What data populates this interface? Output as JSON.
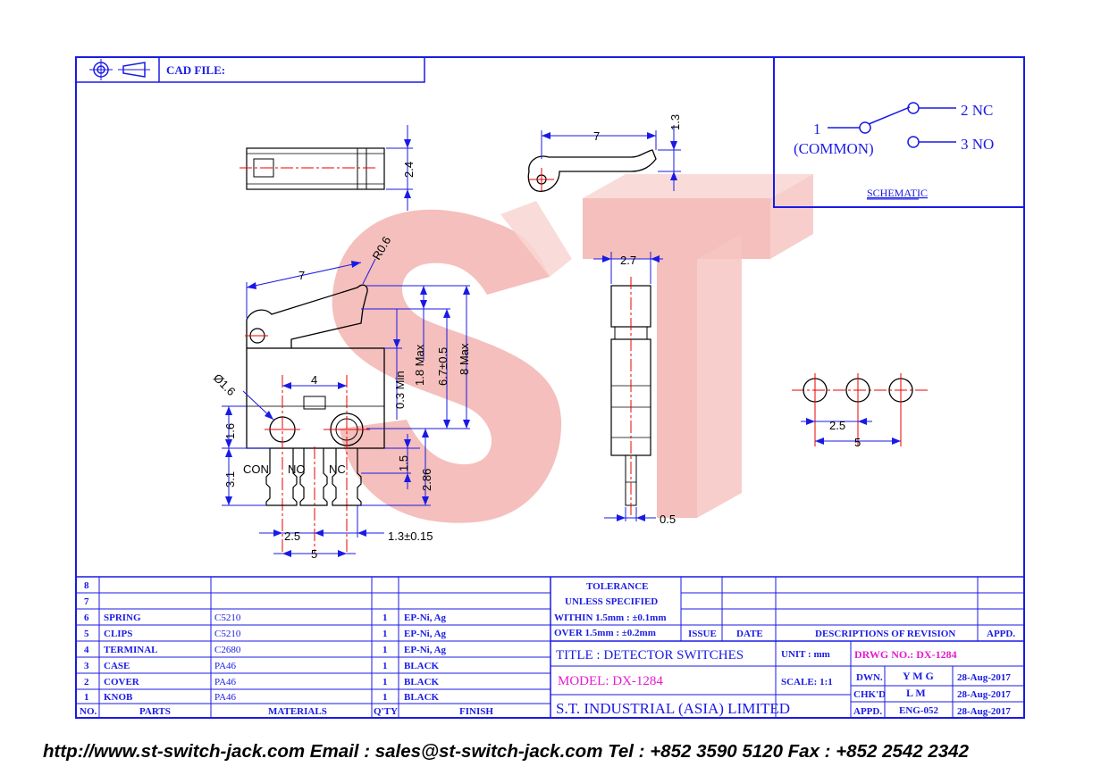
{
  "header": {
    "cad_file_label": "CAD FILE:"
  },
  "schematic": {
    "title": "SCHEMATIC",
    "pin1": "1",
    "pin1_name": "(COMMON)",
    "pin2": "2  NC",
    "pin3": "3  NO"
  },
  "dimensions": {
    "top_view_height": "2.4",
    "side_lever_length": "7",
    "side_lever_height": "1.3",
    "front_lever_length": "7",
    "front_radius": "R0.6",
    "front_hole_dia": "Ø1.6",
    "front_pitch": "4",
    "front_min": "0.3 Min",
    "front_max18": "1.8 Max",
    "front_67": "6.7±0.5",
    "front_8max": "8 Max",
    "front_16": "1.6",
    "front_31": "3.1",
    "front_15": "1.5",
    "front_286": "2.86",
    "front_25": "2.5",
    "front_5": "5",
    "front_13": "1.3±0.15",
    "label_con": "CON",
    "label_no": "NO",
    "label_nc": "NC",
    "end_width": "2.7",
    "end_pin": "0.5",
    "pcb_25": "2.5",
    "pcb_5": "5"
  },
  "bom": {
    "rows": [
      {
        "no": "8",
        "part": "",
        "material": "",
        "qty": "",
        "finish": ""
      },
      {
        "no": "7",
        "part": "",
        "material": "",
        "qty": "",
        "finish": ""
      },
      {
        "no": "6",
        "part": "SPRING",
        "material": "C5210",
        "qty": "1",
        "finish": "EP-Ni, Ag"
      },
      {
        "no": "5",
        "part": "CLIPS",
        "material": "C5210",
        "qty": "1",
        "finish": "EP-Ni, Ag"
      },
      {
        "no": "4",
        "part": "TERMINAL",
        "material": "C2680",
        "qty": "1",
        "finish": "EP-Ni, Ag"
      },
      {
        "no": "3",
        "part": "CASE",
        "material": "PA46",
        "qty": "1",
        "finish": "BLACK"
      },
      {
        "no": "2",
        "part": "COVER",
        "material": "PA46",
        "qty": "1",
        "finish": "BLACK"
      },
      {
        "no": "1",
        "part": "KNOB",
        "material": "PA46",
        "qty": "1",
        "finish": "BLACK"
      }
    ],
    "headers": {
      "no": "NO.",
      "part": "PARTS",
      "material": "MATERIALS",
      "qty": "Q'TY",
      "finish": "FINISH"
    }
  },
  "tolerance": {
    "line1": "TOLERANCE",
    "line2": "UNLESS   SPECIFIED",
    "within": "WITHIN  1.5mm : ±0.1mm",
    "over": "OVER    1.5mm : ±0.2mm"
  },
  "revision": {
    "issue": "ISSUE",
    "date": "DATE",
    "desc": "DESCRIPTIONS  OF  REVISION",
    "appd": "APPD."
  },
  "title_block": {
    "title": "TITLE : DETECTOR SWITCHES",
    "unit_label": "UNIT :   mm",
    "drwg_no": "DRWG NO.: DX-1284",
    "model": "MODEL: DX-1284",
    "scale": "SCALE:  1:1",
    "dwn_label": "DWN.",
    "dwn_name": "Y M G",
    "dwn_date": "28-Aug-2017",
    "chk_label": "CHK'D",
    "chk_name": "L M",
    "chk_date": "28-Aug-2017",
    "company": "S.T.  INDUSTRIAL  (ASIA)  LIMITED",
    "appd_label": "APPD.",
    "appd_name": "ENG-052",
    "appd_date": "28-Aug-2017"
  },
  "footer": "http://www.st-switch-jack.com  Email : sales@st-switch-jack.com  Tel : +852 3590 5120  Fax : +852 2542 2342",
  "colors": {
    "line": "#1a1ae6",
    "magenta": "#e61ad0",
    "logo": "#f2b4b0"
  }
}
